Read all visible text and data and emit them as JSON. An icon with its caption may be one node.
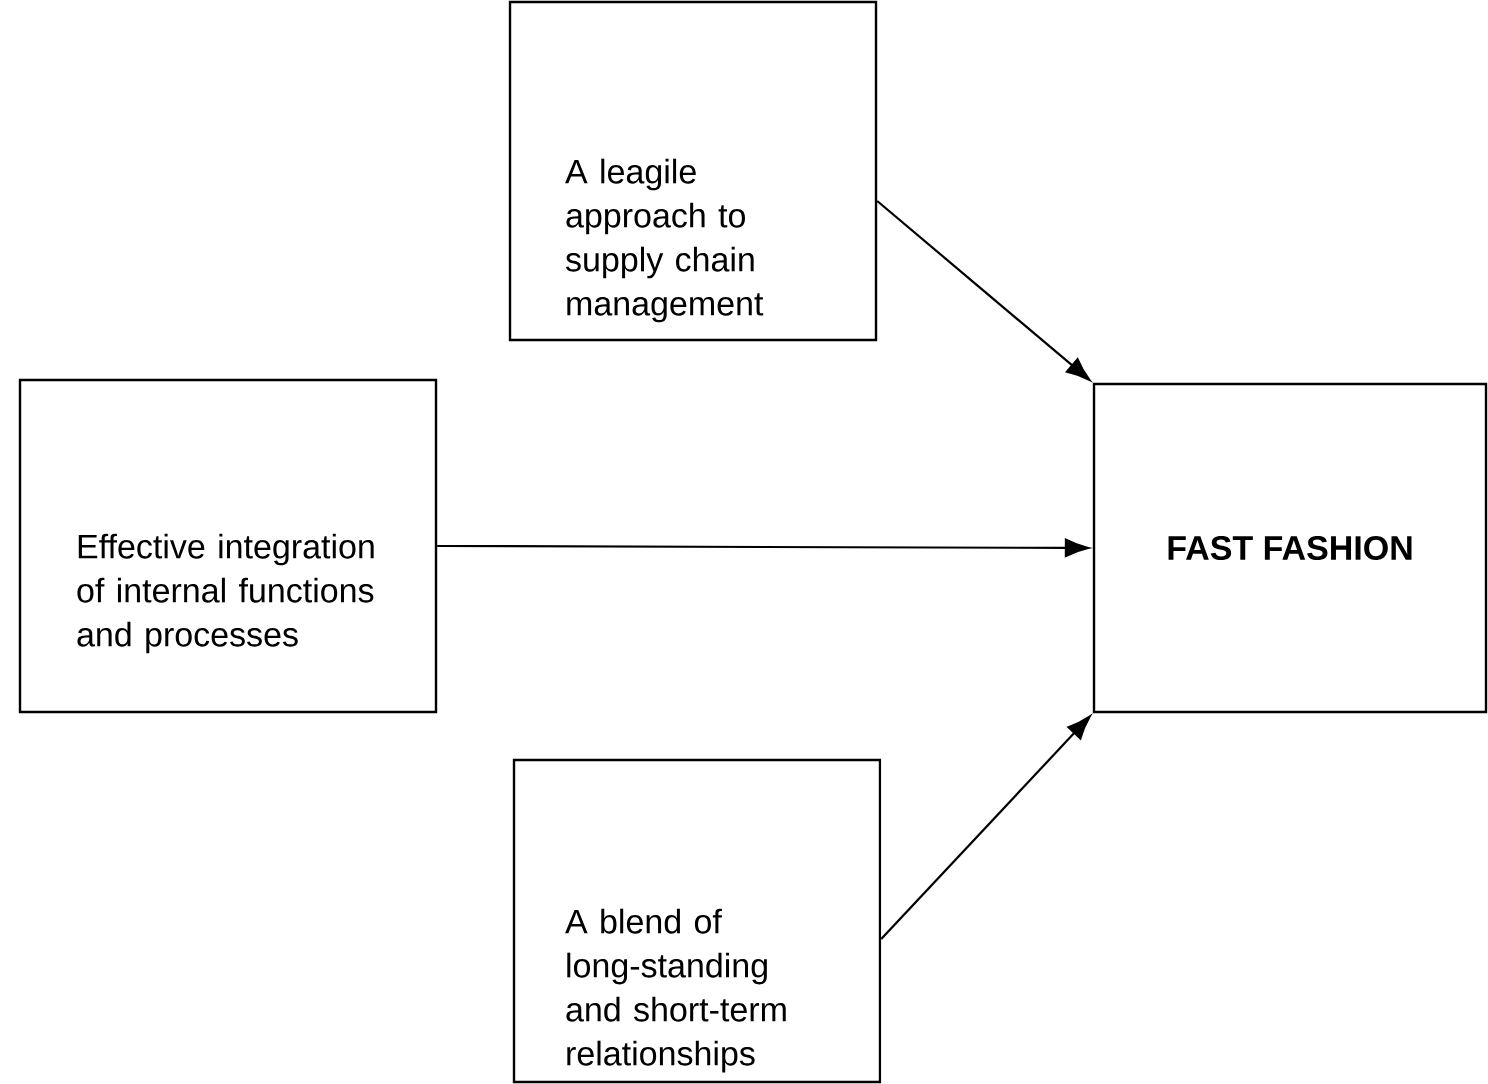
{
  "diagram": {
    "nodes": [
      {
        "text": [
          "A leagile approach to supply chain management"
        ]
      },
      {
        "text": [
          "Effective integration of internal functions and processes"
        ]
      },
      {
        "text": [
          "FAST FASHION"
        ]
      },
      {
        "text": [
          "A blend of long-standing and short-term relationships"
        ]
      }
    ],
    "edges": [
      {
        "from": 0,
        "to": 2,
        "arrow": "to"
      },
      {
        "from": 1,
        "to": 2,
        "arrow": "to"
      },
      {
        "from": 3,
        "to": 2,
        "arrow": "to"
      }
    ]
  }
}
